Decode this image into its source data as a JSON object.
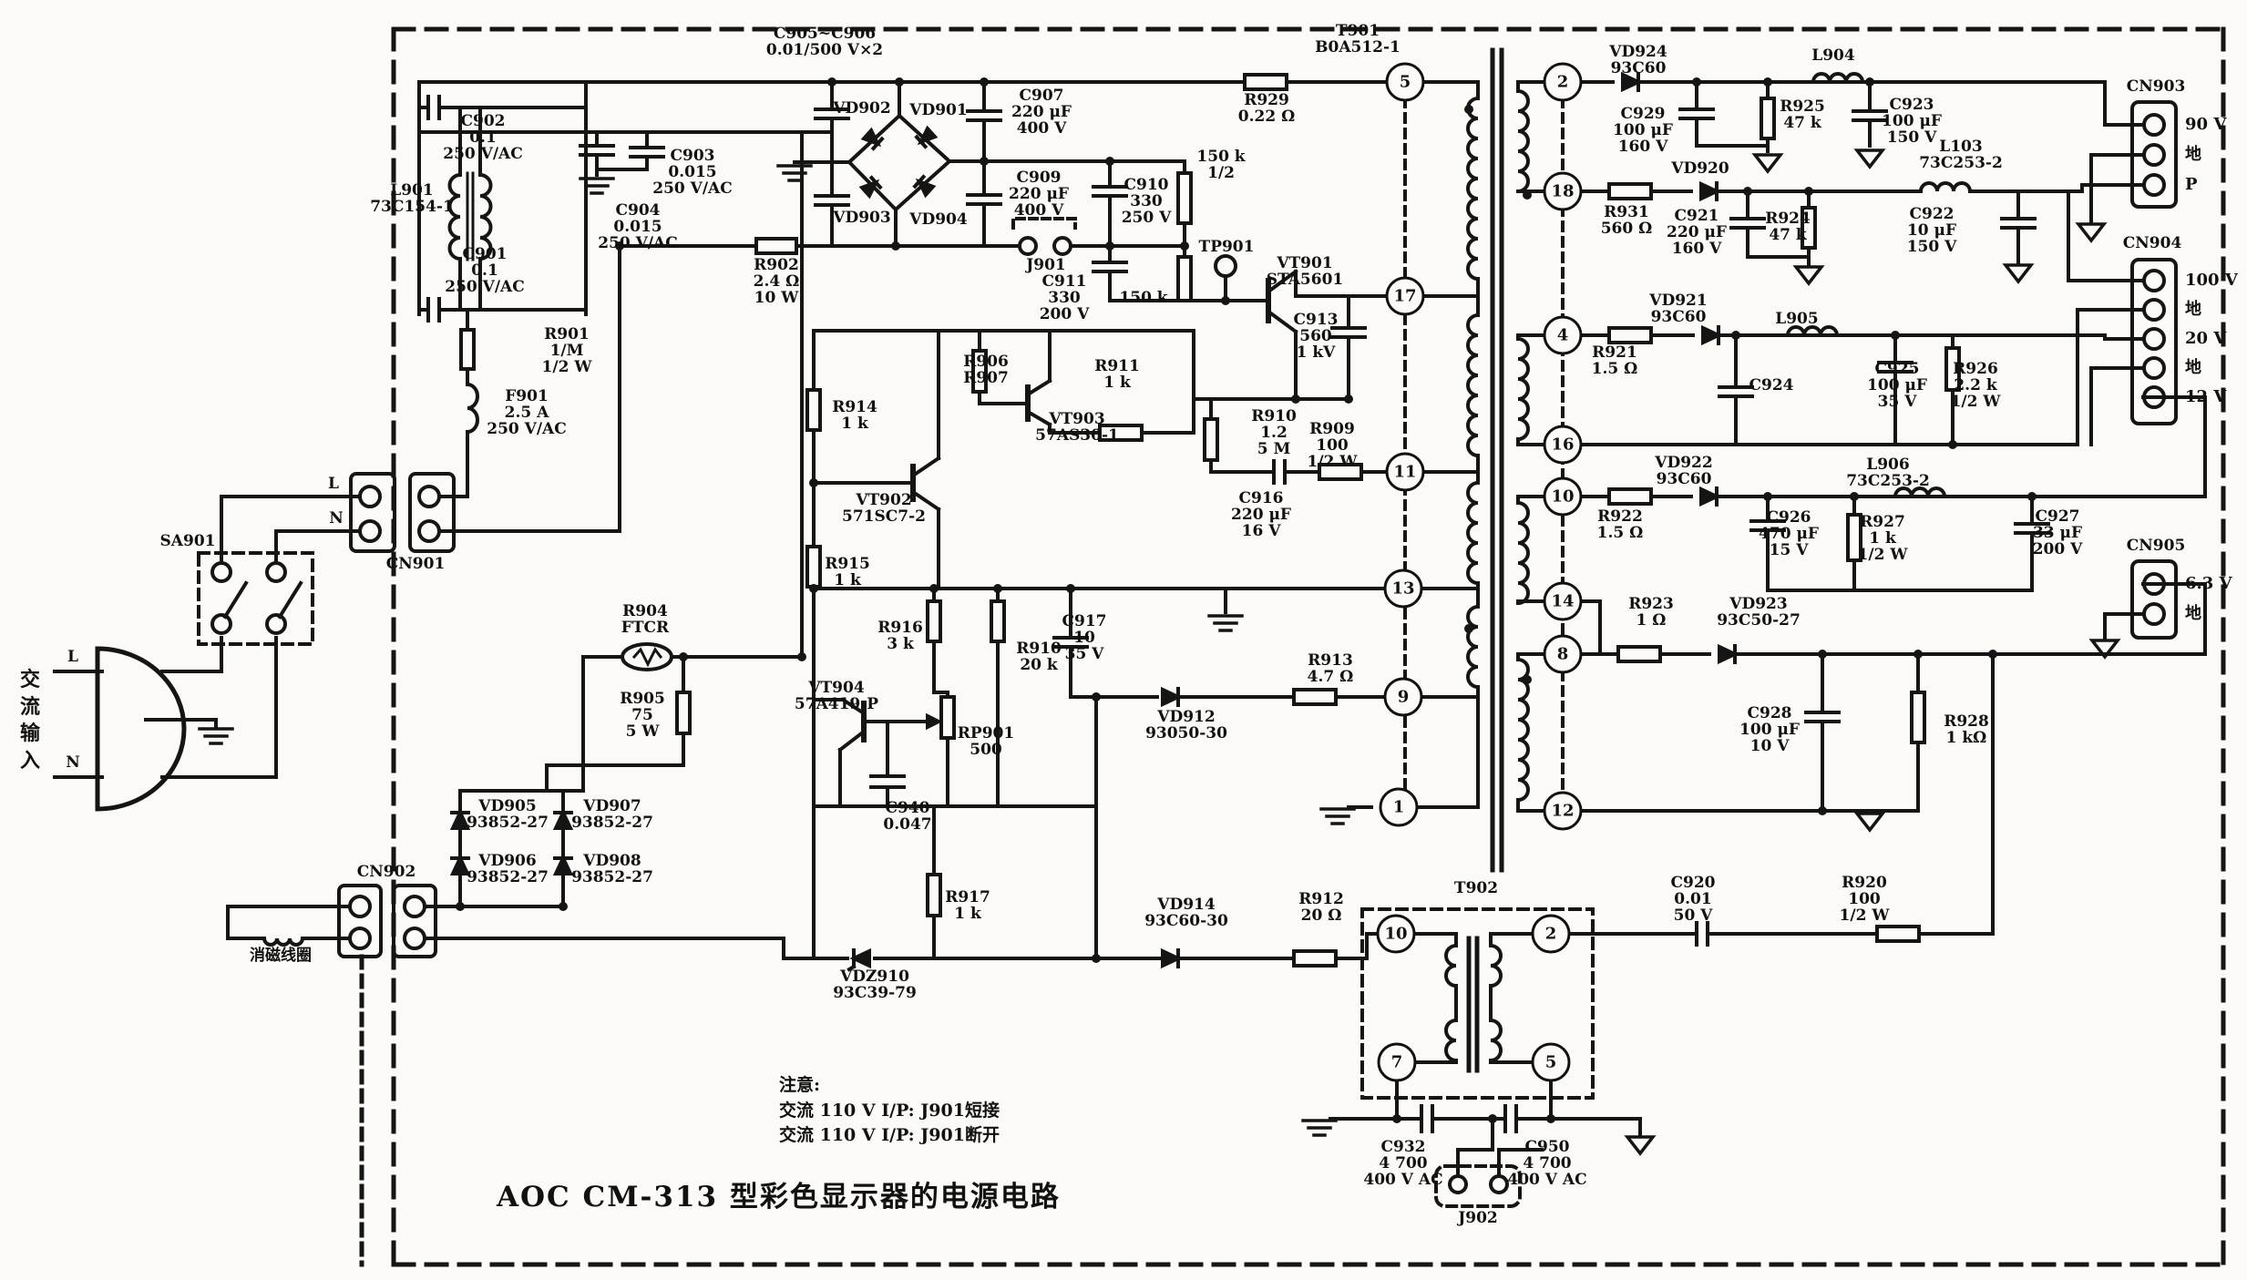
{
  "title": "AOC CM-313 型彩色显示器的电源电路",
  "note": "注意:\n   交流 110 V I/P:  J901短接\n   交流 110 V I/P:  J901断开",
  "ac": {
    "input": "交\n流\n输\n入",
    "plug_l": "L",
    "plug_n": "N"
  },
  "pins": {
    "t901_5": "5",
    "t901_17": "17",
    "t901_11": "11",
    "t901_13": "13",
    "t901_9": "9",
    "t901_1": "1",
    "t901_2": "2",
    "t901_18": "18",
    "t901_4": "4",
    "t901_16": "16",
    "t901_10": "10",
    "t901_14": "14",
    "t901_8": "8",
    "t901_12": "12",
    "t902_10": "10",
    "t902_2": "2",
    "t902_7": "7",
    "t902_5": "5"
  },
  "connectors": {
    "cn901": "CN901",
    "cn901_l": "L",
    "cn901_n": "N",
    "cn902": "CN902",
    "degauss": "消磁线圈",
    "cn903": {
      "name": "CN903",
      "pins": [
        "90 V",
        "地",
        "P"
      ]
    },
    "cn904": {
      "name": "CN904",
      "pins": [
        "100 V",
        "地",
        "20 V",
        "地",
        "12 V"
      ]
    },
    "cn905": {
      "name": "CN905",
      "pins": [
        "6.3 V",
        "地"
      ]
    }
  },
  "components": {
    "c905_906": "C905~C906\n0.01/500 V×2",
    "c902": "C902\n0.1\n250 V/AC",
    "l901": "L901\n73C154-1",
    "c901": "C901\n0.1\n250 V/AC",
    "c903": "C903\n0.015\n250 V/AC",
    "c904": "C904\n0.015\n250 V/AC",
    "r901": "R901\n1/M\n1/2 W",
    "f901": "F901\n2.5 A\n250 V/AC",
    "sa901": "SA901",
    "r904": "R904\nFTCR",
    "r905": "R905\n75\n5 W",
    "vd905": "VD905\n93852-27",
    "vd906": "VD906\n93852-27",
    "vd907": "VD907\n93852-27",
    "vd908": "VD908\n93852-27",
    "vd901": "VD901",
    "vd902": "VD902",
    "vd903": "VD903",
    "vd904": "VD904",
    "c907": "C907\n220 μF\n400 V",
    "c909": "C909\n220 μF\n400 V",
    "j901": "J901",
    "r902": "R902\n2.4 Ω\n10 W",
    "c910": "C910\n330\n250 V",
    "r150k_a": "150 k\n1/2",
    "c911": "C911\n330\n200 V",
    "r150k_b": "150 k",
    "tp901": "TP901",
    "vt901": "VT901\nSTA5601",
    "r929": "R929\n0.22 Ω",
    "t901": "T901\nB0A512-1",
    "c913": "C913\n560\n1 kV",
    "r906_907": "R906\nR907",
    "r911": "R911\n1 k",
    "vt903": "VT903\n57AS30-1",
    "r914": "R914\n1 k",
    "vt902": "VT902\n571SC7-2",
    "r915": "R915\n1 k",
    "r916": "R916\n3 k",
    "r910a": "R910\n20 k",
    "r910b": "R910\n1.2\n5 M",
    "c916": "C916\n220 μF\n16 V",
    "r909": "R909\n100\n1/2 W",
    "c917": "C917\n10\n35 V",
    "vt904": "VT904\n57A419-P",
    "rp901": "RP901\n500",
    "c940": "C940\n0.047",
    "r917": "R917\n1 k",
    "vdz910": "VDZ910\n93C39-79",
    "vd912": "VD912\n93050-30",
    "r913": "R913\n4.7 Ω",
    "vd914": "VD914\n93C60-30",
    "r912": "R912\n20 Ω",
    "t902": "T902",
    "c932": "C932\n4 700\n400 V AC",
    "c950": "C950\n4 700\n400 V AC",
    "j902": "J902",
    "c920": "C920\n0.01\n50 V",
    "r920": "R920\n100\n1/2 W",
    "vd924": "VD924\n93C60",
    "c929": "C929\n100 μF\n160 V",
    "r925": "R925\n47 k",
    "l904": "L904",
    "c923": "C923\n100 μF\n150 V",
    "l103": "L103\n73C253-2",
    "c922": "C922\n10 μF\n150 V",
    "r931": "R931\n560 Ω",
    "vd920": "VD920",
    "c921": "C921\n220 μF\n160 V",
    "r924": "R924\n47 k",
    "vd921": "VD921\n93C60",
    "r921": "R921\n1.5 Ω",
    "l905": "L905",
    "c924": "C924",
    "c925": "C925\n100 μF\n35 V",
    "r926": "R926\n2.2 k\n1/2 W",
    "vd922": "VD922\n93C60",
    "r922": "R922\n1.5 Ω",
    "l906": "L906\n73C253-2",
    "c926": "C926\n470 μF\n15 V",
    "r927": "R927\n1 k\n1/2 W",
    "c927": "C927\n33 μF\n200 V",
    "r923": "R923\n1 Ω",
    "vd923": "VD923\n93C50-27",
    "c928": "C928\n100 μF\n10 V",
    "r928": "R928\n1 kΩ"
  }
}
